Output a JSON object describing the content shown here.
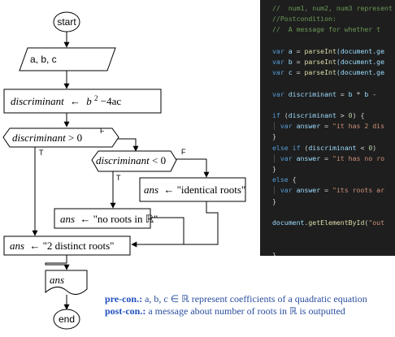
{
  "flowchart": {
    "start": "start",
    "end": "end",
    "input": "a, b, c",
    "assign": {
      "var": "discriminant",
      "arrow": "←",
      "b": "b",
      "exp": "2",
      "rest": "−4ac"
    },
    "cond1": {
      "var": "discriminant",
      "op": "> 0"
    },
    "cond2": {
      "var": "discriminant",
      "op": "< 0"
    },
    "true_label": "T",
    "false_label": "F",
    "identical": {
      "var": "ans",
      "text": "← \"identical roots\""
    },
    "no_roots": {
      "var": "ans",
      "text": "← \"no roots in ℝ\""
    },
    "two_roots": {
      "var": "ans",
      "text": "← \"2 distinct roots\""
    },
    "output": "ans"
  },
  "code_lines": [
    {
      "tokens": [
        {
          "t": "//  num1, num2, num3 represent",
          "c": "comment"
        }
      ]
    },
    {
      "tokens": [
        {
          "t": "//Postcondition:",
          "c": "comment"
        }
      ]
    },
    {
      "tokens": [
        {
          "t": "//  A message for whether t",
          "c": "comment"
        }
      ]
    },
    {
      "tokens": []
    },
    {
      "tokens": [
        {
          "t": "var ",
          "c": "kw"
        },
        {
          "t": "a",
          "c": "var"
        },
        {
          "t": " = ",
          "c": "op"
        },
        {
          "t": "parseInt",
          "c": "fn"
        },
        {
          "t": "(document.ge",
          "c": "var"
        }
      ]
    },
    {
      "tokens": [
        {
          "t": "var ",
          "c": "kw"
        },
        {
          "t": "b",
          "c": "var"
        },
        {
          "t": " = ",
          "c": "op"
        },
        {
          "t": "parseInt",
          "c": "fn"
        },
        {
          "t": "(document.ge",
          "c": "var"
        }
      ]
    },
    {
      "tokens": [
        {
          "t": "var ",
          "c": "kw"
        },
        {
          "t": "c",
          "c": "var"
        },
        {
          "t": " = ",
          "c": "op"
        },
        {
          "t": "parseInt",
          "c": "fn"
        },
        {
          "t": "(document.ge",
          "c": "var"
        }
      ]
    },
    {
      "tokens": []
    },
    {
      "tokens": [
        {
          "t": "var ",
          "c": "kw"
        },
        {
          "t": "discriminant",
          "c": "var"
        },
        {
          "t": " = ",
          "c": "op"
        },
        {
          "t": "b",
          "c": "var"
        },
        {
          "t": " * ",
          "c": "op"
        },
        {
          "t": "b",
          "c": "var"
        },
        {
          "t": " -",
          "c": "op"
        }
      ]
    },
    {
      "tokens": []
    },
    {
      "tokens": [
        {
          "t": "if",
          "c": "kw"
        },
        {
          "t": " (",
          "c": "op"
        },
        {
          "t": "discriminant",
          "c": "var"
        },
        {
          "t": " > ",
          "c": "op"
        },
        {
          "t": "0",
          "c": "num"
        },
        {
          "t": ") {",
          "c": "op"
        }
      ]
    },
    {
      "tokens": [
        {
          "t": "  var ",
          "c": "kw"
        },
        {
          "t": "answer",
          "c": "var"
        },
        {
          "t": " = ",
          "c": "op"
        },
        {
          "t": "\"it has 2 dis",
          "c": "str"
        }
      ],
      "guide": true
    },
    {
      "tokens": [
        {
          "t": "}",
          "c": "op"
        }
      ]
    },
    {
      "tokens": [
        {
          "t": "else if",
          "c": "kw"
        },
        {
          "t": " (",
          "c": "op"
        },
        {
          "t": "discriminant",
          "c": "var"
        },
        {
          "t": " < ",
          "c": "op"
        },
        {
          "t": "0",
          "c": "num"
        },
        {
          "t": ")",
          "c": "op"
        }
      ]
    },
    {
      "tokens": [
        {
          "t": "  var ",
          "c": "kw"
        },
        {
          "t": "answer",
          "c": "var"
        },
        {
          "t": " = ",
          "c": "op"
        },
        {
          "t": "\"it has no ro",
          "c": "str"
        }
      ],
      "guide": true
    },
    {
      "tokens": [
        {
          "t": "}",
          "c": "op"
        }
      ]
    },
    {
      "tokens": [
        {
          "t": "else",
          "c": "kw"
        },
        {
          "t": " {",
          "c": "op"
        }
      ]
    },
    {
      "tokens": [
        {
          "t": "  var ",
          "c": "kw"
        },
        {
          "t": "answer",
          "c": "var"
        },
        {
          "t": " = ",
          "c": "op"
        },
        {
          "t": "\"its roots ar",
          "c": "str"
        }
      ],
      "guide": true
    },
    {
      "tokens": [
        {
          "t": "}",
          "c": "op"
        }
      ]
    },
    {
      "tokens": []
    },
    {
      "tokens": [
        {
          "t": "document",
          "c": "var"
        },
        {
          "t": ".",
          "c": "op"
        },
        {
          "t": "getElementById",
          "c": "fn"
        },
        {
          "t": "(",
          "c": "op"
        },
        {
          "t": "\"out",
          "c": "str"
        }
      ]
    },
    {
      "tokens": []
    },
    {
      "tokens": []
    },
    {
      "tokens": [
        {
          "t": "}",
          "c": "op"
        }
      ]
    }
  ],
  "notes": {
    "pre_label": "pre-con.:",
    "pre_text": " a, b, c ∈ ℝ represent coefficients of a quadratic equation",
    "post_label": "post-con.:",
    "post_text": " a message about number of roots in ℝ is outputted"
  },
  "colors": {
    "code_bg": "#1e1e1e",
    "comment": "#6a9955",
    "keyword": "#569cd6",
    "variable": "#9cdcfe",
    "function": "#dcdcaa",
    "string": "#ce9178",
    "number": "#b5cea8",
    "note_text": "#2a4ea0"
  }
}
